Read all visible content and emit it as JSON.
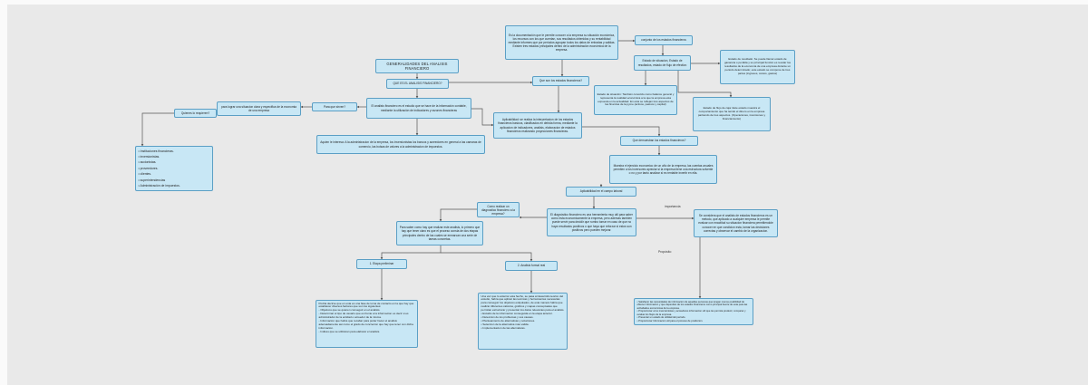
{
  "diagram": {
    "colors": {
      "bg": "#e9e9e9",
      "node_fill": "#c8e7f5",
      "node_border": "#5b9fc5",
      "text": "#1f1f1f",
      "connector": "#555555"
    },
    "nodes": {
      "intro": {
        "text": "Es la documentación que le permite conocer a la empresa su situación económica, los recursos con los que cuentan, sus resultados obtenidos y su rentabilidad mediante informes que por periodos agrupan todos los datos de entradas y salidas. Existen tres estados principales dentro de la administración económica de la empresa."
      },
      "conjunto": {
        "text": "conjunto de los estados financieros"
      },
      "tres_estados": {
        "text": "Estado de situacion, Estado de resultados, estado de flujo de efectivo"
      },
      "estado_resultado": {
        "text": "Estado de resultado: Se puede llamar estado de ganancia o perdida y su principal función es revelar los resultados de la economía de una empresa durante un periodo determinado; este estado se compone de tres partes (ingresos, costos, gastos)"
      },
      "estado_situacion": {
        "text": "Estado de situación: También conocido como balance general y representa la realidad económica a la que la empresa esta expuesta en la actualidad. En esta se reflejan tres aspectos de las finanzas de la pyme (activos, pasivos y capital)"
      },
      "flujo_caja": {
        "text": "Estado de flujo de caja: Este estado muestra el comportamiento que ha tenido el dinero en la empresa partiendo de tres aspectos. (Operaciones, inversiones y financiamiento)"
      },
      "titulo": {
        "text": "GENERALIDADES DEL ANALISIS FINANCIERO"
      },
      "que_es": {
        "text": "QUE ES EL ANALISIS FINANCIERO?"
      },
      "que_son": {
        "text": "Que son los estados financieros?"
      },
      "definicion": {
        "text": "El analisis financiero es el estudio que se hace de la información contable, mediante la utilización de indicadores y razones financieras"
      },
      "aplicabilidad": {
        "text": "Aplicabilidad: se realiza la interpretacion de los estados financieros basicos, clasificados en debida forma, mediante la aplicacion de indicadores, analisis, elaboracion de estados financieros realizando proyecciones financieras."
      },
      "para_lograr": {
        "text": "para lograr una situacion clara y especifica de la economia de una empresa"
      },
      "para_que_sirven": {
        "text": "Para que sirven?"
      },
      "quienes_requieren": {
        "text": "Quienes lo requieren?"
      },
      "interesados": {
        "text": "• Instituciones financieras.\n• inversionistas.\n• accionistas.\n• proveedores.\n• clientes.\n• superintendencias\n• Administración de impuestos."
      },
      "a_quien_interesa": {
        "text": "Aquien le interesa: A la administracion de la empresa, los inversionistas los bancos y acreedores en general a las camaras de comercio, las bolsas de valores a la administracion de impuestos."
      },
      "que_demuestran": {
        "text": "Que demuestran los estados financieros?"
      },
      "muestra_ejercicio": {
        "text": "Muestra el ejercicio economico de un año de la empresa, las cuentas anuales permiten a los inversores apreciar si la empresa tiene una estructura solvente o no y por tanto analizar si es rentable invertir en ella."
      },
      "campo_laboral": {
        "text": "Aplicabilidad en el campo laboral"
      },
      "como_realizar": {
        "text": "Como realizar un diagnostico financiero a la empresa?"
      },
      "diagnostico": {
        "text": "El diagnóstico financiero es una herramienta muy util para saber como esta economicamente la empresa, pero ademas tambien puede servir para decidir que rumbo tomar en caso de que no haya resultados positivos o que haya que reforzar si estos son positivos pero pueden mejorar."
      },
      "importancia_def": {
        "text": "Se considera que el analisis de estados financieros es un metodo, que aplicado a cualquier empresa le permite evaluar con exactitud su situacion financiera permitiendole conocer en que condicion esta, tomar las decisiones correctas y observar el cambio de la organizacion."
      },
      "dos_etapas": {
        "text": "Para saber como hay que realizar este analisis, lo primero que hay que tener claro es que el proceso consta de dos etapas principales dentro de las cuales se enmarcan una serie de tareas concretas."
      },
      "etapa_preliminar": {
        "text": "1. Etapa preliminar"
      },
      "analisis_formal": {
        "text": "2. Analisis formal real"
      },
      "preliminar_detalle": {
        "text": "Podria decirse que en esta es una fase de toma de contacto en la que hay que establecer diversos factores que son los siguientes:\n- Objetivos que se quieren conseguir en el analisis.\n- Determinar el tipo de usuario que es frente a la informacion es decir si es administrador de la entidad o acreedor de la misma.\n- Informacion que habra que recabar para poder hacer el analisis adecuadamente asi como el grado de concrecion que hay que tener con dicha informacion.\n- Indices que se utilizaran para elaborar el analisis."
      },
      "formal_detalle": {
        "text": "Una vez que lo anterior esta hecho, se pasa al desarrollo teorico del estudio, habra que aplicar las tecnicas y herramientas necesarias para conseguir los objetivos estipulados, de esta manera habra que realizar diferentes calculos, graficos y mapas conceptuales que permitan estructurar y presentar los datos relevantes para el analisis.\n• Estudio de la informacion conseguida en la etapa anterior.\n• Deteccion de los problemas y sus causas.\n• Planteamiento de alternativas y soluciones.\n• Seleccion de la alternativa mas valida.\n• Implementacion de las alternativas."
      },
      "proposito_lista": {
        "text": "• Satisfacer las necesidades de informacion de aquellas personas que tengan menos posibilidad de obtener informacion y que dependan de los estados financieros como principal fuente de esta para las actividades economicas de la empresa.\n• Proporcionar a los inversionistas y acreedores informacion util que les permita predecir, comparar y evaluar los flujos de la empresa.\n• Presentar un estado de utilidad del periodo.\n• Proporcionar Informacion util para el proceso de prediccion."
      }
    },
    "labels": {
      "importancia": "importancia",
      "proposito": "Propósito"
    }
  }
}
